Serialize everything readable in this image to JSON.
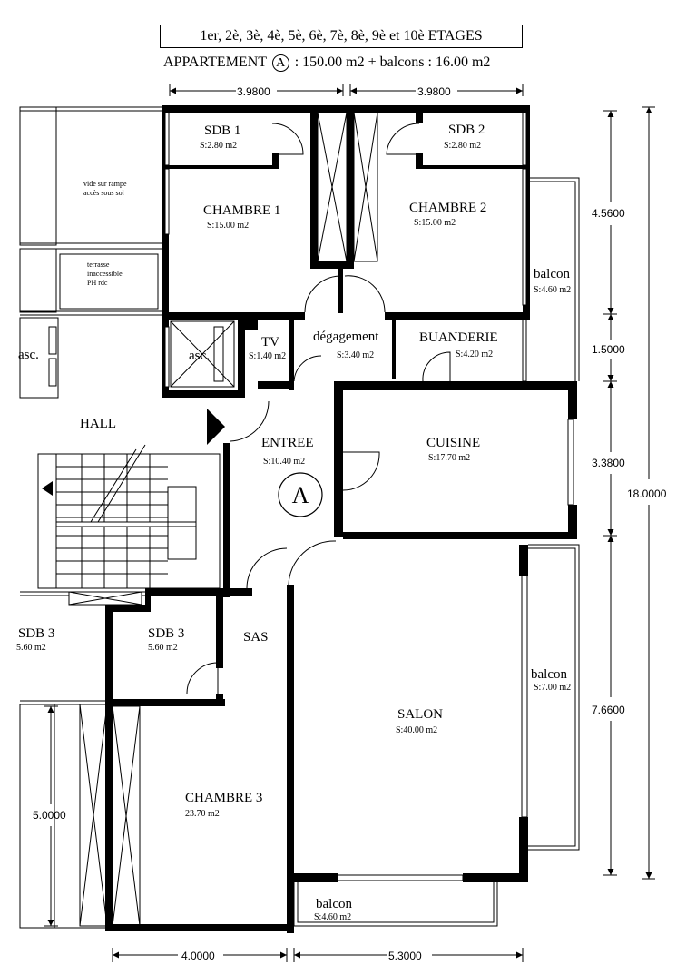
{
  "title": "1er, 2è, 3è, 4è, 5è, 6è, 7è, 8è, 9è et 10è ETAGES",
  "subtitle": {
    "prefix": "APPARTEMENT",
    "type": "A",
    "suffix": ":  150.00 m2 + balcons : 16.00 m2"
  },
  "apartment_marker": "A",
  "rooms": {
    "sdb1": {
      "name": "SDB 1",
      "area": "S:2.80 m2"
    },
    "sdb2": {
      "name": "SDB 2",
      "area": "S:2.80 m2"
    },
    "chambre1": {
      "name": "CHAMBRE 1",
      "area": "S:15.00 m2"
    },
    "chambre2": {
      "name": "CHAMBRE 2",
      "area": "S:15.00 m2"
    },
    "balcon_top": {
      "name": "balcon",
      "area": "S:4.60 m2"
    },
    "tv": {
      "name": "TV",
      "area": "S:1.40 m2"
    },
    "degagement": {
      "name": "dégagement",
      "area": "S:3.40 m2"
    },
    "buanderie": {
      "name": "BUANDERIE",
      "area": "S:4.20 m2"
    },
    "asc_shaft": {
      "name": "asc."
    },
    "asc_left": {
      "name": "asc."
    },
    "hall": {
      "name": "HALL"
    },
    "entree": {
      "name": "ENTREE",
      "area": "S:10.40 m2"
    },
    "cuisine": {
      "name": "CUISINE",
      "area": "S:17.70 m2"
    },
    "sas": {
      "name": "SAS"
    },
    "sdb3_left": {
      "name": "SDB 3",
      "area": "5.60 m2"
    },
    "sdb3": {
      "name": "SDB 3",
      "area": "5.60 m2"
    },
    "balcon_right": {
      "name": "balcon",
      "area": "S:7.00 m2"
    },
    "salon": {
      "name": "SALON",
      "area": "S:40.00 m2"
    },
    "chambre3": {
      "name": "CHAMBRE 3",
      "area": "23.70 m2"
    },
    "balcon_bottom": {
      "name": "balcon",
      "area": "S:4.60 m2"
    }
  },
  "notes": {
    "rampe_line1": "vide sur rampe",
    "rampe_line2": "accès sous sol",
    "terrasse_line1": "terrasse",
    "terrasse_line2": "inaccessible",
    "terrasse_line3": "PH rdc"
  },
  "dimensions": {
    "top_left": "3.9800",
    "top_right": "3.9800",
    "right_1": "4.5600",
    "right_2": "1.5000",
    "right_3": "3.3800",
    "right_4": "7.6600",
    "right_total": "18.0000",
    "left_1": "5.0000",
    "bottom_left": "4.0000",
    "bottom_right": "5.3000"
  }
}
